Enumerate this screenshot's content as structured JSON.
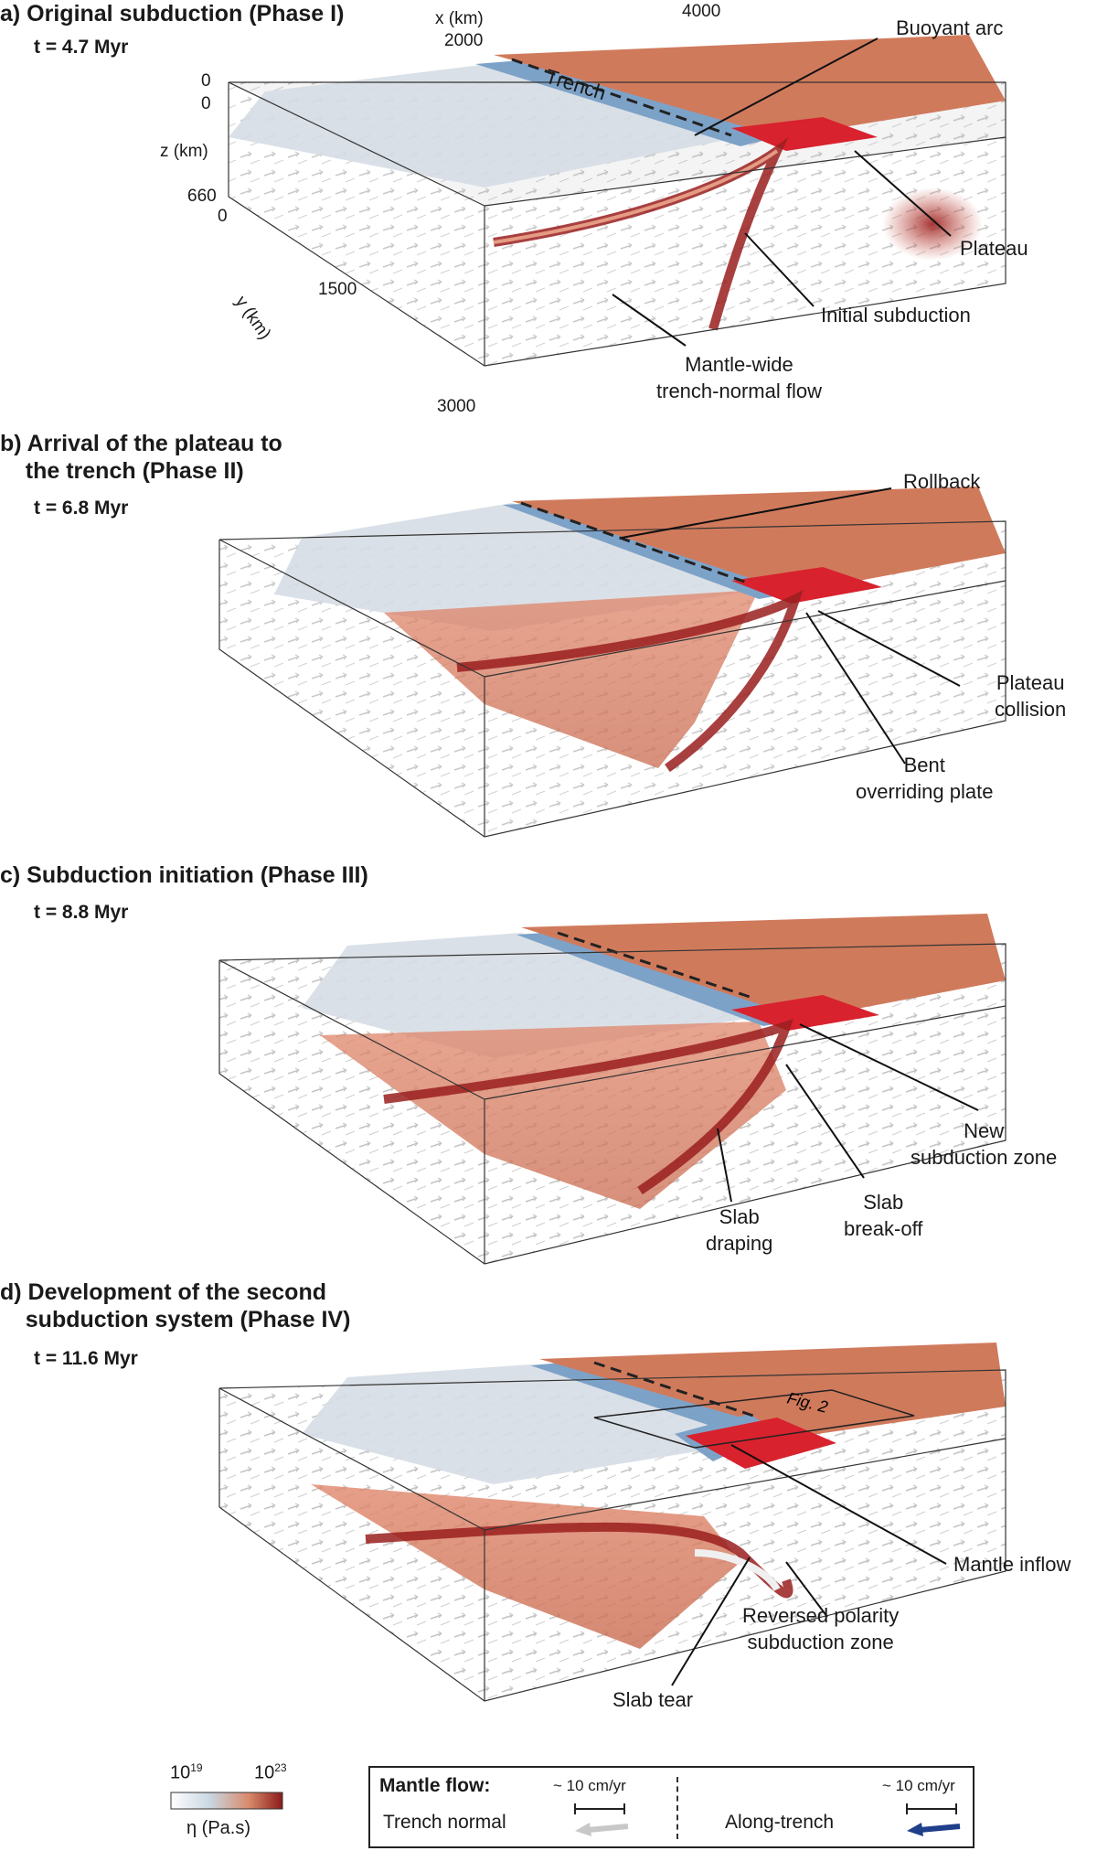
{
  "panels": [
    {
      "title": "a) Original subduction (Phase I)",
      "time": "t = 4.7 Myr",
      "labels": [
        "Buoyant arc",
        "Plateau",
        "Initial subduction",
        "Mantle-wide\ntrench-normal flow"
      ],
      "trench_label": "Trench",
      "axes": {
        "x_label": "x (km)",
        "x_ticks": [
          "2000",
          "4000"
        ],
        "z_label": "z (km)",
        "z_ticks": [
          "0",
          "0",
          "660",
          "0"
        ],
        "y_label": "y (km)",
        "y_ticks": [
          "1500",
          "3000"
        ]
      }
    },
    {
      "title": "b) Arrival of the plateau to\n    the trench (Phase II)",
      "time": "t = 6.8 Myr",
      "labels": [
        "Rollback",
        "Plateau\ncollision",
        "Bent\noverriding plate"
      ]
    },
    {
      "title": "c) Subduction initiation (Phase III)",
      "time": "t = 8.8 Myr",
      "labels": [
        "New\nsubduction zone",
        "Slab\ndraping",
        "Slab\nbreak-off"
      ]
    },
    {
      "title": "d) Development of the second\n    subduction system (Phase IV)",
      "time": "t = 11.6 Myr",
      "labels": [
        "Mantle inflow",
        "Reversed polarity\nsubduction zone",
        "Slab tear"
      ],
      "inset_label": "Fig. 2"
    }
  ],
  "legend": {
    "colorbar_min": "10",
    "colorbar_min_exp": "19",
    "colorbar_max": "10",
    "colorbar_max_exp": "23",
    "colorbar_label": "η (Pa.s)",
    "colors": [
      "#ffffff",
      "#c9d6e2",
      "#d88a6a",
      "#8b1a1a"
    ],
    "flow_title": "Mantle flow:",
    "trench_normal": "Trench normal",
    "along_trench": "Along-trench",
    "scale_left": "~ 10 cm/yr",
    "scale_right": "~ 10 cm/yr",
    "trench_normal_color": "#c8c8c8",
    "along_trench_color": "#1f3f8a"
  }
}
